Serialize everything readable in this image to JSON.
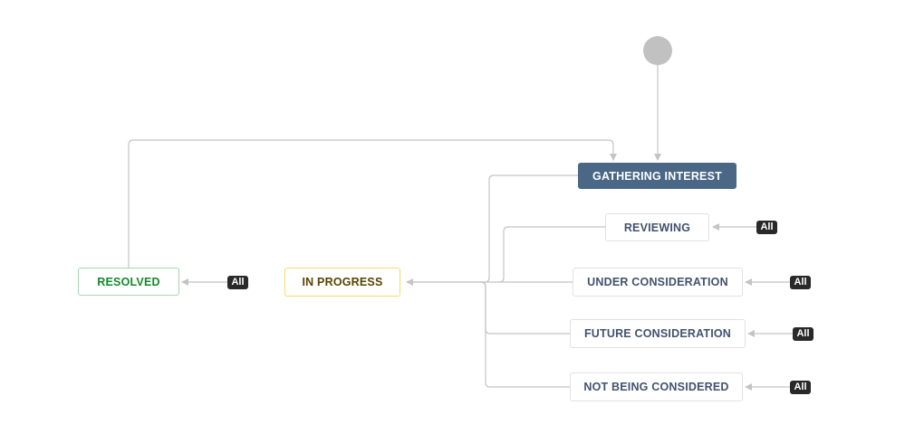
{
  "diagram": {
    "statuses": {
      "gathering_interest": "GATHERING INTEREST",
      "reviewing": "REVIEWING",
      "under_consideration": "UNDER CONSIDERATION",
      "future_consideration": "FUTURE CONSIDERATION",
      "not_being_considered": "NOT BEING CONSIDERED",
      "in_progress": "IN PROGRESS",
      "resolved": "RESOLVED"
    },
    "all_badge": "All",
    "colors": {
      "current_status": "#4a6785",
      "todo_text": "#42526e",
      "in_progress_border": "#f6d96b",
      "in_progress_text": "#594300",
      "done_border": "#a5d6b2",
      "done_text": "#14892c",
      "connector": "#c4c4c4",
      "badge": "#292929"
    }
  }
}
